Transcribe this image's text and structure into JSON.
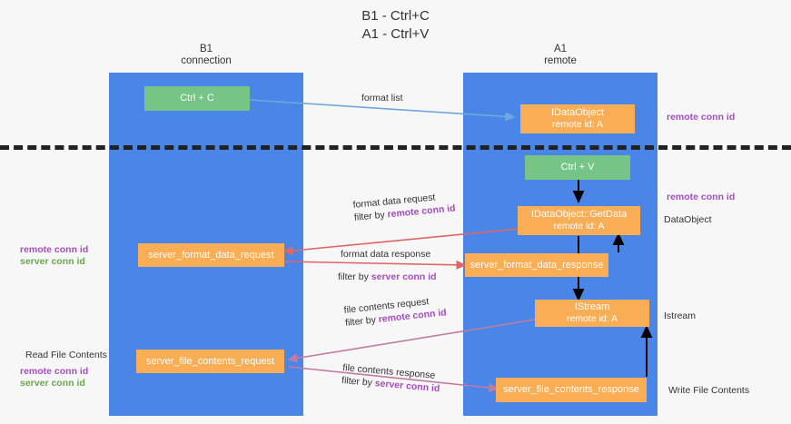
{
  "title": "B1 - Ctrl+C\nA1 - Ctrl+V",
  "colors": {
    "lane": "#4a86e8",
    "green_box": "#76c587",
    "orange_box": "#f9ad54",
    "purple_text": "#a64dbd",
    "green_text": "#6aa84f",
    "blue_arrow": "#6fa8dc",
    "red_arrow": "#e06666",
    "magenta_arrow": "#c27ba0",
    "black_arrow": "#000000",
    "divider": "#222222",
    "background": "#f7f7f7"
  },
  "lanes": [
    {
      "id": "b1",
      "title": "B1",
      "subtitle": "connection"
    },
    {
      "id": "a1",
      "title": "A1",
      "subtitle": "remote"
    }
  ],
  "boxes": {
    "ctrl_c": {
      "label": "Ctrl + C"
    },
    "idataobject": {
      "line1": "IDataObject",
      "line2": "remote id: A"
    },
    "ctrl_v": {
      "label": "Ctrl + V"
    },
    "getdata": {
      "line1": "IDataObject::GetData",
      "line2": "remote id: A"
    },
    "format_request": {
      "label": "server_format_data_request"
    },
    "format_response": {
      "label": "server_format_data_response"
    },
    "istream": {
      "line1": "IStream",
      "line2": "remote id: A"
    },
    "file_request": {
      "label": "server_file_contents_request"
    },
    "file_response": {
      "label": "server_file_contents_response"
    }
  },
  "edge_labels": {
    "format_list": "format list",
    "format_data_request": "format data request",
    "format_data_request_filter_prefix": "filter by ",
    "format_data_request_filter_key": "remote conn id",
    "format_data_response": "format data response",
    "format_data_response_filter_prefix": "filter by ",
    "format_data_response_filter_key": "server conn id",
    "file_contents_request": "file contents request",
    "file_contents_request_filter_prefix": "filter by ",
    "file_contents_request_filter_key": "remote conn id",
    "file_contents_response": "file contents response",
    "file_contents_response_filter_prefix": "filter by ",
    "file_contents_response_filter_key": "server conn id"
  },
  "right_labels": {
    "remote_conn_id_top": "remote conn id",
    "remote_conn_id_mid": "remote conn id",
    "dataobject": "DataObject",
    "istream": "Istream",
    "write_file_contents": "Write File Contents"
  },
  "left_labels": {
    "remote_conn_id": "remote conn id",
    "server_conn_id": "server conn id",
    "read_file_contents": "Read File Contents",
    "remote_conn_id_2": "remote conn id",
    "server_conn_id_2": "server conn id"
  }
}
